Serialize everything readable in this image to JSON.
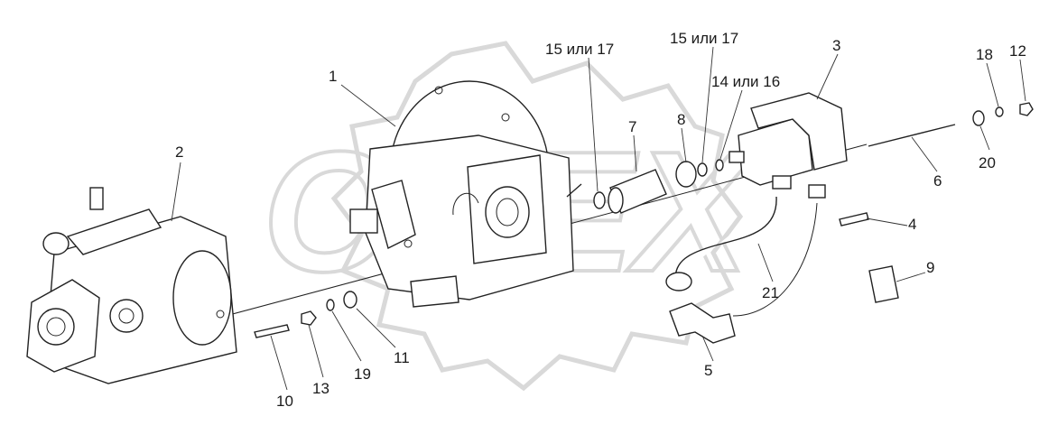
{
  "labels": {
    "l1": "1",
    "l2": "2",
    "l3": "3",
    "l4": "4",
    "l5": "5",
    "l6": "6",
    "l7": "7",
    "l8": "8",
    "l9": "9",
    "l10": "10",
    "l11": "11",
    "l12": "12",
    "l13": "13",
    "l14or16": "14 или 16",
    "l15or17a": "15 или 17",
    "l15or17b": "15 или 17",
    "l18": "18",
    "l19": "19",
    "l20": "20",
    "l21": "21"
  },
  "watermark": {
    "text": "OREX"
  }
}
